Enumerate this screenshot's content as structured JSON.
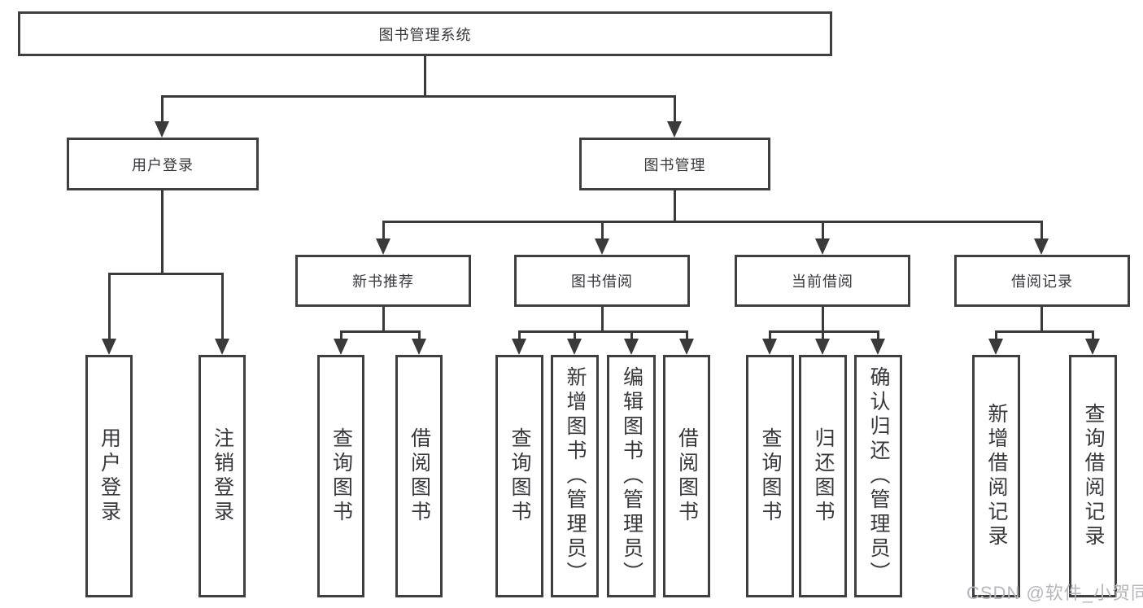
{
  "tree": {
    "root": {
      "label": "图书管理系统"
    },
    "branches": [
      {
        "label": "用户登录",
        "children": [
          {
            "label": "用户登录"
          },
          {
            "label": "注销登录"
          }
        ]
      },
      {
        "label": "图书管理",
        "children": [
          {
            "label": "新书推荐",
            "children": [
              {
                "label": "查询图书"
              },
              {
                "label": "借阅图书"
              }
            ]
          },
          {
            "label": "图书借阅",
            "children": [
              {
                "label": "查询图书"
              },
              {
                "label": "新增图书（管理员）"
              },
              {
                "label": "编辑图书（管理员）"
              },
              {
                "label": "借阅图书"
              }
            ]
          },
          {
            "label": "当前借阅",
            "children": [
              {
                "label": "查询图书"
              },
              {
                "label": "归还图书"
              },
              {
                "label": "确认归还（管理员）"
              }
            ]
          },
          {
            "label": "借阅记录",
            "children": [
              {
                "label": "新增借阅记录"
              },
              {
                "label": "查询借阅记录"
              }
            ]
          }
        ]
      }
    ]
  },
  "watermark": {
    "text": "CSDN @软件_小贺同学"
  },
  "colors": {
    "box_border": "#3f3f3f",
    "connector": "#3a3a3a",
    "text": "#38383c",
    "watermark": "#b6b6bc",
    "background": "#ffffff"
  }
}
